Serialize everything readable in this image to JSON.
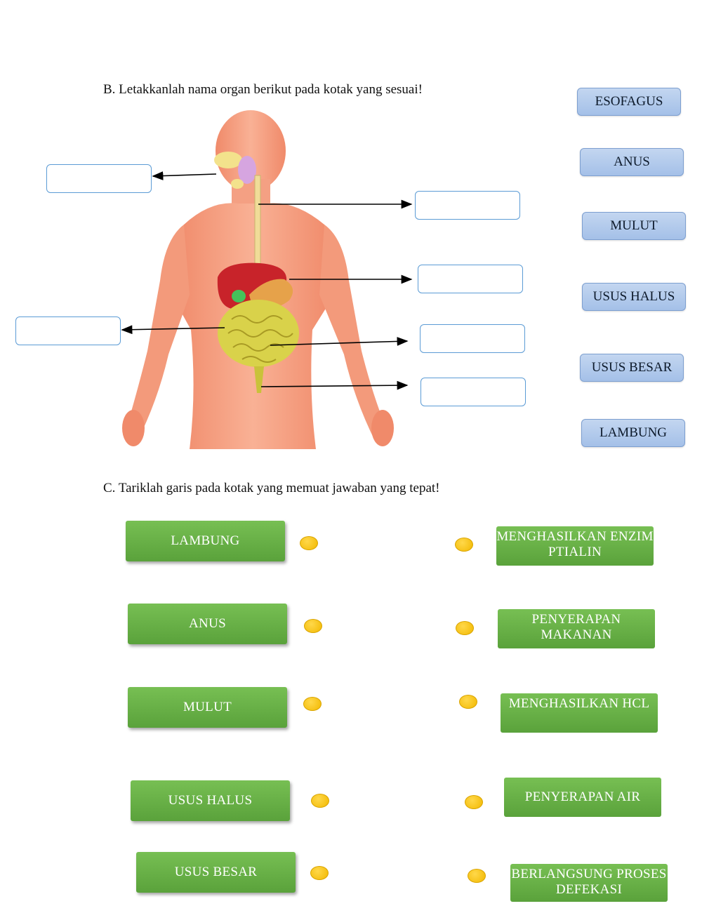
{
  "section_b": {
    "instruction": "B.  Letakkanlah nama organ berikut pada kotak yang sesuai!",
    "word_bank": [
      "ESOFAGUS",
      "ANUS",
      "MULUT",
      "USUS HALUS",
      "USUS BESAR",
      "LAMBUNG"
    ]
  },
  "section_c": {
    "instruction": "C.  Tariklah garis pada kotak yang memuat jawaban yang tepat!",
    "left_items": [
      "LAMBUNG",
      "ANUS",
      "MULUT",
      "USUS HALUS",
      "USUS BESAR"
    ],
    "right_items": [
      "MENGHASILKAN ENZIM PTIALIN",
      "PENYERAPAN MAKANAN",
      "MENGHASILKAN HCL",
      "PENYERAPAN AIR",
      "BERLANGSUNG PROSES DEFEKASI"
    ]
  },
  "colors": {
    "chip_blue": "#a4c0e8",
    "drop_border": "#5b9bd5",
    "green_button": "#5aa23b",
    "connector_dot": "#f2b800"
  }
}
